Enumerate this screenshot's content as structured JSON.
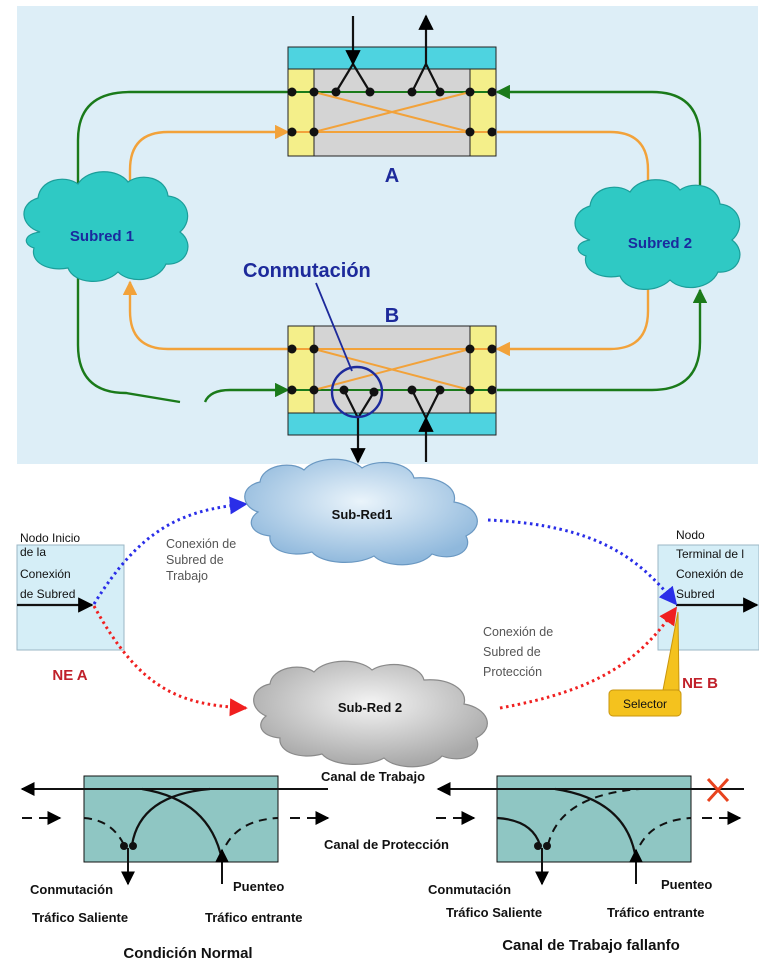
{
  "top_diagram": {
    "node_a_label": "A",
    "node_b_label": "B",
    "subnet_1_label": "Subred 1",
    "subnet_2_label": "Subred 2",
    "switch_callout_label": "Conmutación"
  },
  "middle_diagram": {
    "ne_a_box_lines": [
      "Nodo Inicio",
      "de la",
      "Conexión",
      "de Subred"
    ],
    "ne_b_box_lines": [
      "Nodo",
      "Terminal de l",
      "Conexión de",
      "Subred"
    ],
    "ne_a_label": "NE A",
    "ne_b_label": "NE B",
    "subnet_1_label": "Sub-Red1",
    "subnet_2_label": "Sub-Red 2",
    "work_connection_lines": [
      "Conexión de",
      "Subred de",
      "Trabajo"
    ],
    "protection_connection_lines": [
      "Conexión de",
      "Subred de",
      "Protección"
    ],
    "selector_label": "Selector"
  },
  "bottom_diagram": {
    "work_channel_label": "Canal de  Trabajo",
    "protection_channel_label": "Canal de Protección",
    "left": {
      "switch_label": "Conmutación",
      "outgoing_label": "Tráfico Saliente",
      "bridge_label": "Puenteo",
      "incoming_label": "Tráfico  entrante",
      "caption": "Condición Normal"
    },
    "right": {
      "switch_label": "Conmutación",
      "outgoing_label": "Tráfico Saliente",
      "bridge_label": "Puenteo",
      "incoming_label": "Tráfico  entrante",
      "caption": "Canal de Trabajo fallanfo"
    }
  },
  "colors": {
    "top_background": "#ddeef7",
    "working_path": "#1a7a1a",
    "protection_path": "#f2a23a",
    "cloud_teal": "#2fc9c4",
    "node_cyan": "#4ed3e0",
    "node_yellow": "#f4ef8a",
    "node_gray": "#d4d4d4",
    "callout_blue": "#1d2a9b",
    "ne_box": "#d5eef7",
    "dotted_blue": "#2a2ee8",
    "dotted_red": "#f02020",
    "ne_label_red": "#c0202a",
    "selector_gold": "#f4c21e",
    "bottom_box": "#8fc6c3",
    "fail_cross": "#e8431e"
  }
}
